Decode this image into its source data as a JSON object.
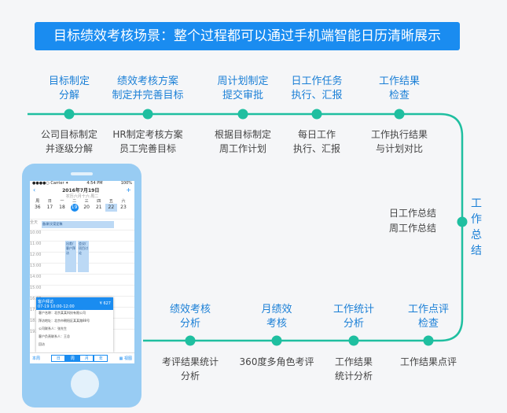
{
  "banner": "目标绩效考核场景：整个过程都可以通过手机端智能日历清晰展示",
  "colors": {
    "line": "#1fbfa0",
    "accent": "#1a8cf0",
    "node": "#1fbfa0"
  },
  "top_steps": [
    {
      "title1": "目标制定",
      "title2": "分解",
      "desc1": "公司目标制定",
      "desc2": "并逐级分解"
    },
    {
      "title1": "绩效考核方案",
      "title2": "制定并完善目标",
      "desc1": "HR制定考核方案",
      "desc2": "员工完善目标"
    },
    {
      "title1": "周计划制定",
      "title2": "提交审批",
      "desc1": "根据目标制定",
      "desc2": "周工作计划"
    },
    {
      "title1": "日工作任务",
      "title2": "执行、汇报",
      "desc1": "每日工作",
      "desc2": "执行、汇报"
    },
    {
      "title1": "工作结果",
      "title2": "检查",
      "desc1": "工作执行结果",
      "desc2": "与计划对比"
    }
  ],
  "side_step": {
    "title": [
      "工",
      "作",
      "总",
      "结"
    ],
    "desc1": "日工作总结",
    "desc2": "周工作总结"
  },
  "bottom_steps": [
    {
      "title1": "绩效考核",
      "title2": "分析",
      "desc1": "考评结果统计",
      "desc2": "分析"
    },
    {
      "title1": "月绩效",
      "title2": "考核",
      "desc1": "360度多角色考评",
      "desc2": ""
    },
    {
      "title1": "工作统计",
      "title2": "分析",
      "desc1": "工作结果",
      "desc2": "统计分析"
    },
    {
      "title1": "工作点评",
      "title2": "检查",
      "desc1": "工作结果点评",
      "desc2": ""
    }
  ],
  "phone": {
    "status_left": "●●●●○ Carrier ✦",
    "status_time": "4:54 PM",
    "status_right": "100%",
    "cal_title": "2016年7月19日",
    "cal_sub": "农历六月十六·周二",
    "weekdays": [
      "周",
      "日",
      "一",
      "二",
      "三",
      "四",
      "五",
      "六"
    ],
    "days": [
      "36",
      "17",
      "18",
      "19",
      "20",
      "21",
      "22",
      "23"
    ],
    "times": [
      "全天",
      "10:00",
      "11:00",
      "12:00",
      "13:00",
      "14:00",
      "15:00",
      "16:00",
      "17:00",
      "18:00",
      "19:00"
    ],
    "event_allday": "备课/文案定稿",
    "event_a": "出差/客户拜访",
    "event_b": "会议/项目讨论",
    "event_c": "重点拜访",
    "popup_title": "客户拜访",
    "popup_sub": "07-19 10:00-12:00",
    "popup_right": "¥ 627",
    "popup_lines": [
      "客户名称：北京某某科技有限公司",
      "拜访地址：北京市朝阳区某某路88号",
      "公司联系人：张先生",
      "客户负责联系人：王总",
      "回访"
    ],
    "bottom_today": "本周",
    "tabs": [
      "日",
      "周",
      "月",
      "年"
    ],
    "bottom_right": "▦ 视图"
  }
}
